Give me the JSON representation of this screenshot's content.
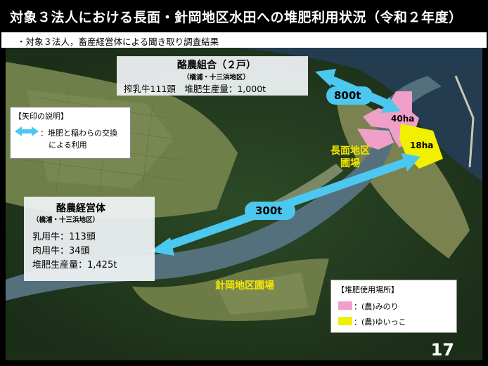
{
  "title": "対象３法人における長面・針岡地区水田への堆肥利用状況（令和２年度）",
  "subtitle": "・対象３法人，畜産経営体による聞き取り調査結果",
  "cooperative": {
    "name": "酪農組合（２戸）",
    "area": "（橋浦・十三浜地区）",
    "detail": "搾乳牛111頭　堆肥生産量：1,000t"
  },
  "farm": {
    "name": "酪農経営体",
    "area": "（橋浦・十三浜地区）",
    "dairy": "乳用牛：113頭",
    "beef": "肉用牛：34頭",
    "compost": "堆肥生産量：1,425t"
  },
  "arrow_legend": {
    "title": "【矢印の説明】",
    "line1": "：堆肥と稲わらの交換",
    "line2": "による利用"
  },
  "flows": {
    "north": "800t",
    "south": "300t"
  },
  "fields": {
    "minori_area": "40ha",
    "yuikko_area": "18ha"
  },
  "places": {
    "nagatsura": "長面地区",
    "nagatsura_fields": "圃場",
    "harioka": "針岡地区圃場"
  },
  "use_legend": {
    "title": "【堆肥使用場所】",
    "minori": "：(農)みのり",
    "yuikko": "：(農)ゆいっこ"
  },
  "page_number": "17",
  "colors": {
    "arrow": "#4cc8f0",
    "minori": "#f0a0c8",
    "yuikko": "#f0f000",
    "place_label": "#f5e600"
  }
}
